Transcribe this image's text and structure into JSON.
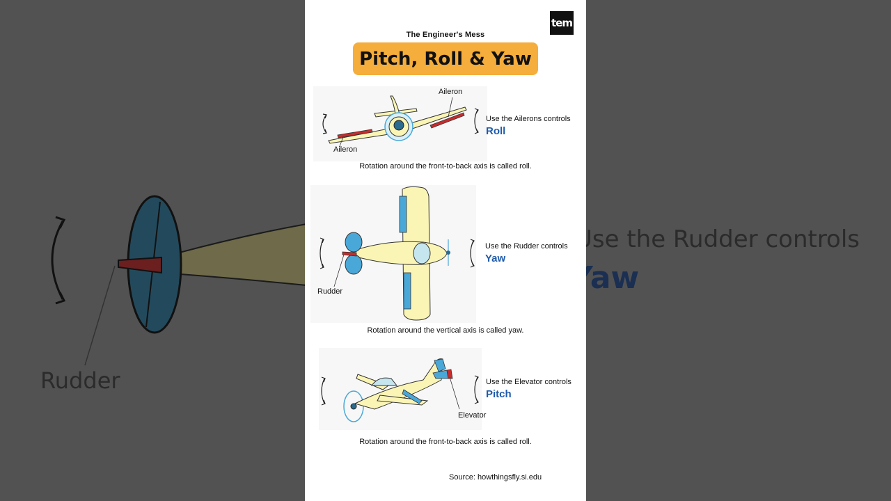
{
  "background": {
    "zoom_labels": [
      "Use the Rudder controls",
      "Yaw",
      "Rudder"
    ]
  },
  "header": {
    "brand": "The Engineer's Mess",
    "logo_text": "tem",
    "title": "Pitch, Roll & Yaw"
  },
  "sections": [
    {
      "control_text": "Use the Ailerons controls",
      "axis_name": "Roll",
      "part_labels": [
        "Aileron",
        "Aileron"
      ],
      "caption": "Rotation around the front-to-back axis is called roll."
    },
    {
      "control_text": "Use the Rudder controls",
      "axis_name": "Yaw",
      "part_labels": [
        "Rudder"
      ],
      "caption": "Rotation around the vertical axis is called yaw."
    },
    {
      "control_text": "Use the Elevator controls",
      "axis_name": "Pitch",
      "part_labels": [
        "Elevator"
      ],
      "caption": "Rotation around the front-to-back axis is called roll."
    }
  ],
  "footer": {
    "source": "Source: howthingsfly.si.edu"
  },
  "colors": {
    "accent": "#f5ad3b",
    "axis_blue": "#1f5bab",
    "plane_body": "#fbf5b5",
    "plane_blue": "#4aa8d8",
    "control_red": "#c62c2c"
  }
}
